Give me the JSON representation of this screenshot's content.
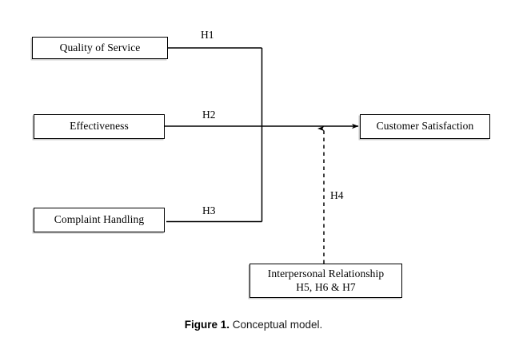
{
  "figure": {
    "caption_label": "Figure 1.",
    "caption_text": " Conceptual model.",
    "background_color": "#ffffff",
    "line_color": "#000000",
    "box_border_color": "#000000",
    "box_shadow_color": "#c9c9c9"
  },
  "nodes": {
    "quality_of_service": {
      "label": "Quality of Service"
    },
    "effectiveness": {
      "label": "Effectiveness"
    },
    "complaint_handling": {
      "label": "Complaint Handling"
    },
    "customer_satisfaction": {
      "label": "Customer Satisfaction"
    },
    "interpersonal_relationship": {
      "line1": "Interpersonal Relationship",
      "line2": "H5, H6 & H7"
    }
  },
  "paths": {
    "h1": {
      "label": "H1",
      "style": "solid"
    },
    "h2": {
      "label": "H2",
      "style": "solid"
    },
    "h3": {
      "label": "H3",
      "style": "solid"
    },
    "h4": {
      "label": "H4",
      "style": "dashed"
    }
  }
}
